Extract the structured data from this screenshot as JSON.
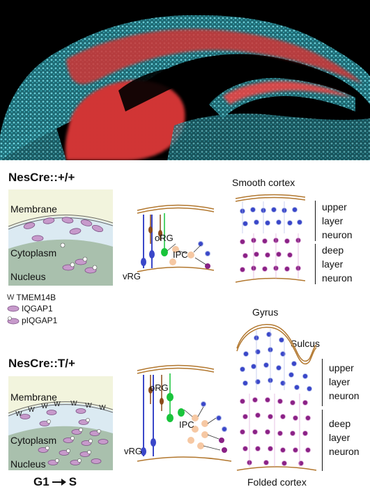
{
  "top_image": {
    "description_colors": {
      "background": "#000000",
      "nuclei": "#3fb8c6",
      "marker": "#ff3a3a"
    }
  },
  "wildtype": {
    "title": "NesCre::+/+",
    "cell_labels": {
      "membrane": "Membrane",
      "cytoplasm": "Cytoplasm",
      "nucleus": "Nucleus"
    },
    "lineage_labels": {
      "orG": "oRG",
      "ipc": "IPC",
      "vrg": "vRG"
    },
    "cortex_title": "Smooth cortex",
    "upper_layer": [
      "upper",
      "layer",
      "neuron"
    ],
    "deep_layer": [
      "deep",
      "layer",
      "neuron"
    ]
  },
  "legend": {
    "items": [
      {
        "symbol": "W",
        "label": "TMEM14B"
      },
      {
        "label": "IQGAP1"
      },
      {
        "label": "pIQGAP1"
      }
    ]
  },
  "mutant": {
    "title": "NesCre::T/+",
    "cell_labels": {
      "membrane": "Membrane",
      "cytoplasm": "Cytoplasm",
      "nucleus": "Nucleus"
    },
    "phase": {
      "from": "G1",
      "to": "S"
    },
    "lineage_labels": {
      "orG": "oRG",
      "ipc": "IPC",
      "vrg": "vRG"
    },
    "gyrus_label": "Gyrus",
    "sulcus_label": "Sulcus",
    "upper_layer": [
      "upper",
      "layer",
      "neuron"
    ],
    "deep_layer": [
      "deep",
      "layer",
      "neuron"
    ],
    "cortex_footer": "Folded cortex"
  },
  "colors": {
    "cell_bg": "#f2f4dd",
    "cytoplasm": "#dbeaf2",
    "nucleus": "#a9c0ad",
    "iqgap": "#c79acb",
    "iqgap_stroke": "#7a4f83",
    "upper_neuron": "#3a47c9",
    "upper_halo": "#a8b3e6",
    "deep_neuron": "#8a2286",
    "deep_halo": "#d79bd1",
    "membrane_line": "#b2772e",
    "green_cell": "#19c43b",
    "brown_cell": "#8b4a18",
    "ipc": "#f6c8a3"
  }
}
